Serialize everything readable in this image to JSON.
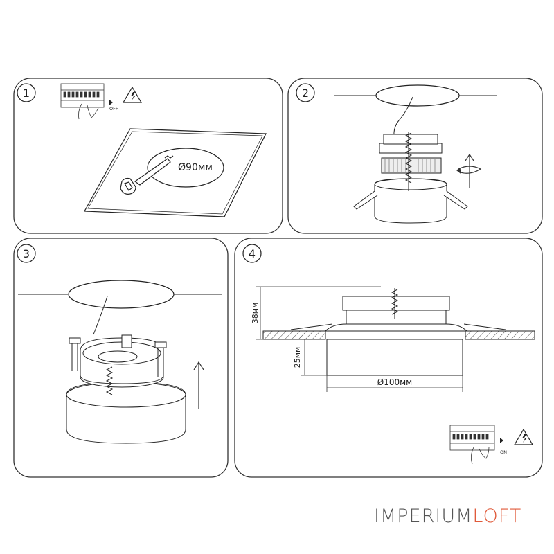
{
  "colors": {
    "line": "#222222",
    "panel_border": "#333333",
    "hatch": "#444444",
    "brand_gray": "#555555",
    "brand_accent": "#e05a3a"
  },
  "steps": [
    {
      "number": "1",
      "breaker_label": "OFF",
      "hole_label": "Ø90мм",
      "icons": [
        "circuit-breaker-icon",
        "high-voltage-icon",
        "jigsaw-icon"
      ]
    },
    {
      "number": "2",
      "icons": [
        "rotate-arrow-icon"
      ]
    },
    {
      "number": "3",
      "icons": [
        "up-arrow-icon"
      ]
    },
    {
      "number": "4",
      "height_label": "38мм",
      "depth_label": "25мм",
      "diameter_label": "Ø100мм",
      "breaker_label": "ON",
      "icons": [
        "circuit-breaker-icon",
        "high-voltage-icon"
      ]
    }
  ],
  "brand": {
    "part1": "IMPERIUM",
    "part2": "LOFT"
  }
}
